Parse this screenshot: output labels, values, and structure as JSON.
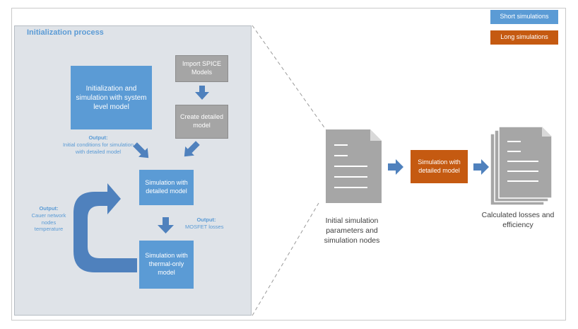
{
  "legend": {
    "short": "Short simulations",
    "long": "Long simulations"
  },
  "init_panel": {
    "title": "Initialization process",
    "init_sim": "Initialization and simulation with system level model",
    "import_spice": "Import SPICE Models",
    "create_model": "Create detailed model",
    "output1_title": "Output:",
    "output1_text": "Initial conditions for simulation with detailed model",
    "sim_detailed": "Simulation with detailed model",
    "output2_title": "Output:",
    "output2_text": "MOSFET losses",
    "output3_title": "Output:",
    "output3_text": "Cauer network nodes temperature",
    "sim_thermal": "Simulation with thermal-only model"
  },
  "main_flow": {
    "input_doc_label": "Initial simulation parameters and simulation nodes",
    "sim_detailed": "Simulation with detailed model",
    "output_doc_label": "Calculated losses and efficiency"
  },
  "colors": {
    "short": "#5b9bd5",
    "long": "#c55a11",
    "gray": "#a5a5a5",
    "doc": "#a6a6a6",
    "panel": "#dfe3e8"
  }
}
